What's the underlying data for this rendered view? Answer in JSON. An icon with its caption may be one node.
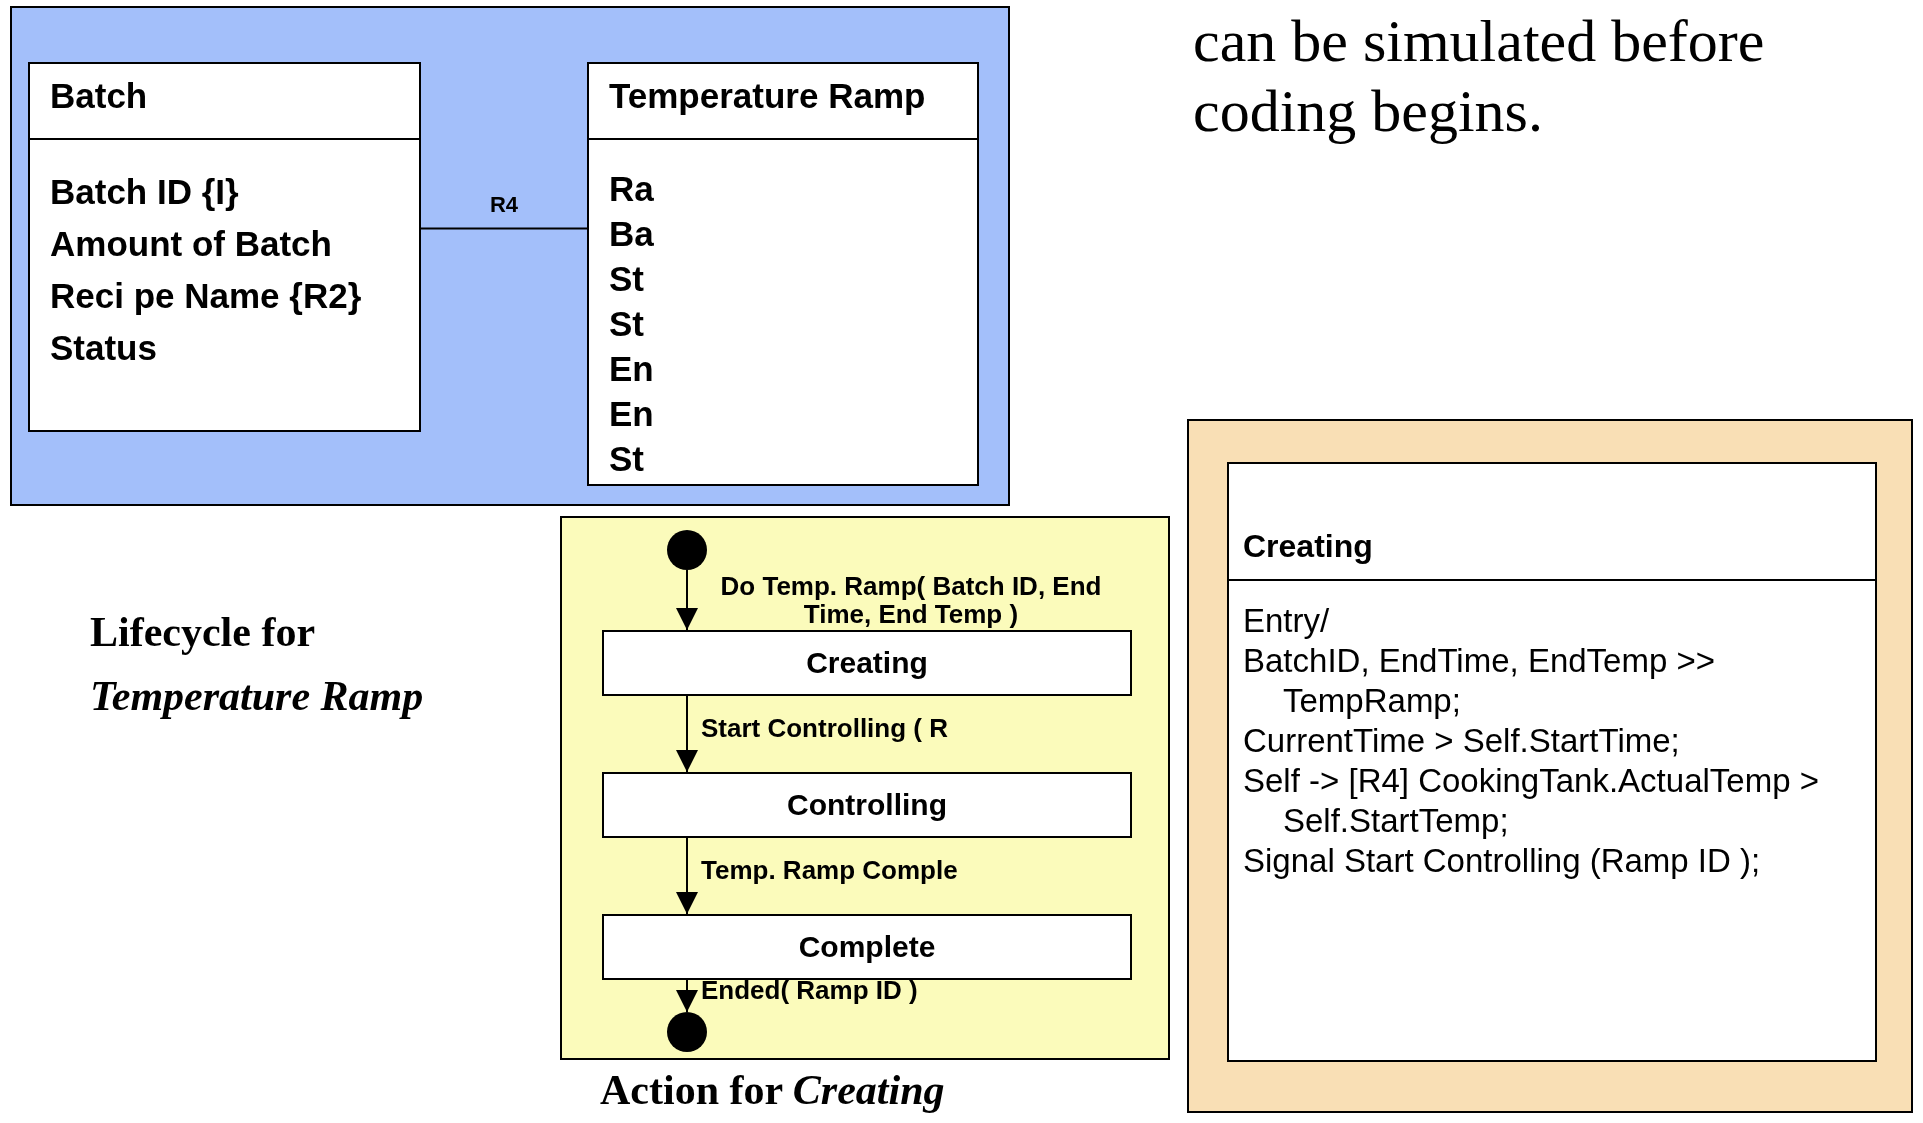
{
  "diagram": {
    "nodes": [
      {
        "text": [],
        "shape": "box"
      },
      {
        "text": [
          "Batch",
          "Batch ID {I}",
          "Amount of Batch",
          "Reci pe Name {R2}",
          "Status"
        ],
        "in": 0
      },
      {
        "text": [
          "Temperature Ramp",
          "Ra",
          "Ba",
          "St",
          "St",
          "En",
          "En",
          "St"
        ],
        "in": 0
      },
      {
        "text": [],
        "shape": "box"
      },
      {
        "text": [],
        "shape": "circle",
        "in": 3
      },
      {
        "text": [
          "Creating"
        ],
        "in": 3
      },
      {
        "text": [
          "Controlling"
        ],
        "in": 3
      },
      {
        "text": [
          "Complete"
        ],
        "in": 3
      },
      {
        "text": [],
        "shape": "circle",
        "in": 3
      },
      {
        "text": [],
        "shape": "box"
      },
      {
        "text": [
          "Creating",
          "Entry/",
          "BatchID, EndTime, EndTemp >> TempRamp;",
          "CurrentTime > Self.StartTime;",
          "Self -> [R4] CookingTank.ActualTemp > Self.StartTemp;",
          "Signal Start Controlling (Ramp ID );"
        ],
        "in": 9
      }
    ],
    "edges": [
      {
        "from": 1,
        "to": 2,
        "arrow": "none",
        "label": "R4"
      },
      {
        "from": 4,
        "to": 5,
        "arrow": "to",
        "label": "Do Temp. Ramp( Batch ID, End Time, End Temp )"
      },
      {
        "from": 5,
        "to": 6,
        "arrow": "to",
        "label": "Start Controlling ( R"
      },
      {
        "from": 6,
        "to": 7,
        "arrow": "to",
        "label": "Temp. Ramp Comple"
      },
      {
        "from": 7,
        "to": 8,
        "arrow": "to",
        "label": "Ended( Ramp ID )"
      }
    ],
    "labels": [
      "can be simulated before coding begins.",
      "Lifecycle for *Temperature Ramp*",
      "Action for *Creating*"
    ]
  }
}
